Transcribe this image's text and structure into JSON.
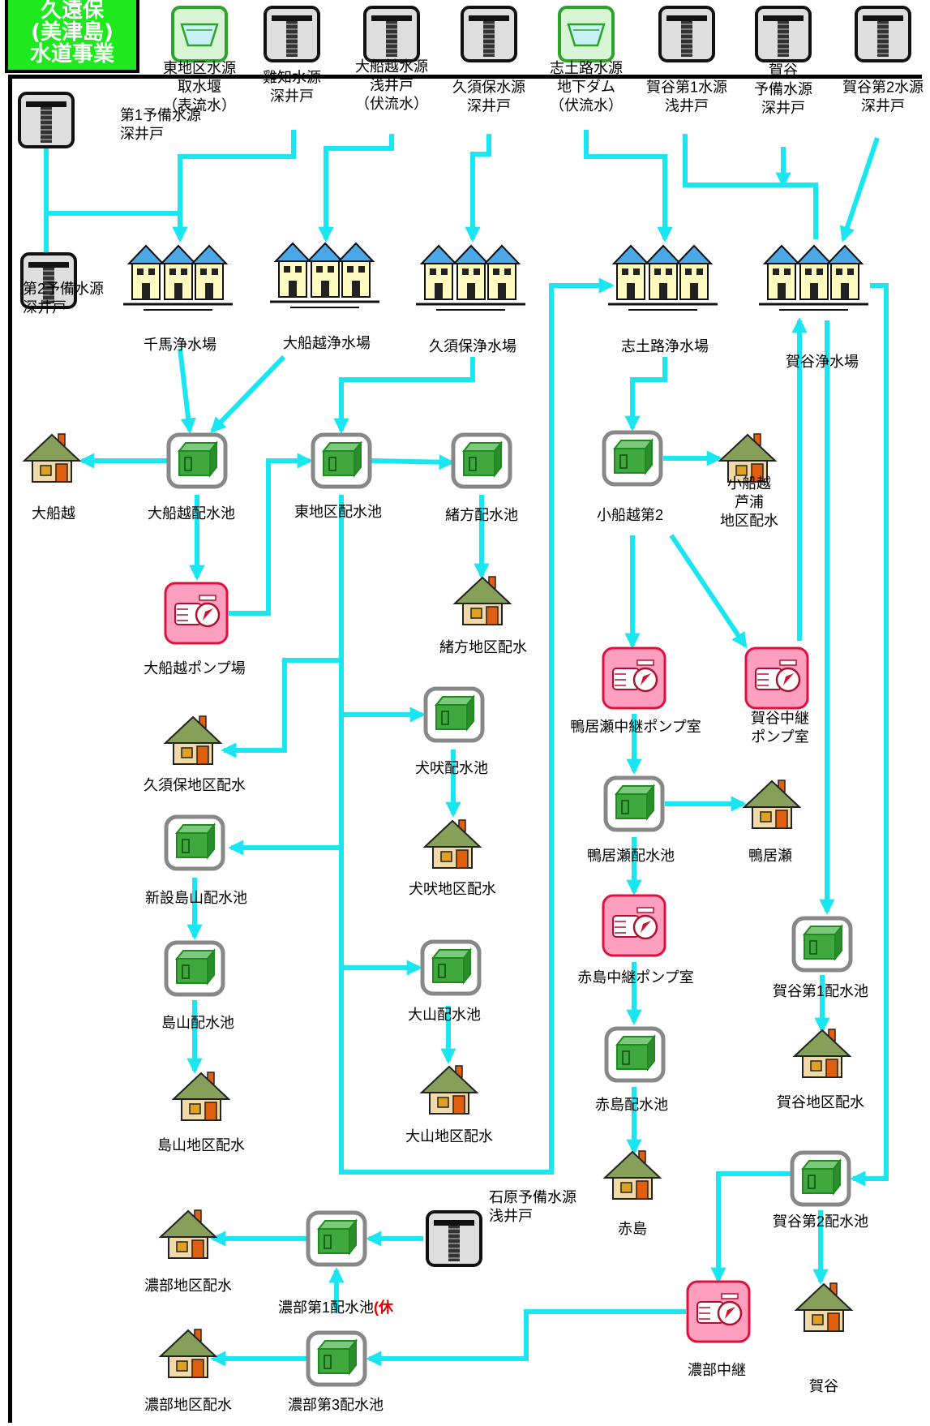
{
  "header": {
    "lines": [
      "久遠保",
      "(美津島)",
      "水道事業"
    ]
  },
  "colors": {
    "pipe": "#19e6f0",
    "header_bg": "#1ee81e",
    "pump_bg": "#ff9fc0",
    "pump_border": "#e0103c",
    "tank_green": "#1f8a1f",
    "source_green": "#2aa52a"
  },
  "sources": [
    {
      "id": "src-higashi",
      "kind": "intake",
      "label": [
        "東地区水源",
        "取水堰",
        "（表流水）"
      ]
    },
    {
      "id": "src-kiji",
      "kind": "well",
      "label": [
        "雞知水源",
        "深井戸"
      ]
    },
    {
      "id": "src-ofunakoshi",
      "kind": "well",
      "label": [
        "大船越水源",
        "浅井戸",
        "（伏流水）"
      ]
    },
    {
      "id": "src-kusubo",
      "kind": "well",
      "label": [
        "久須保水源",
        "深井戸"
      ]
    },
    {
      "id": "src-shitoro",
      "kind": "intake",
      "label": [
        "志土路水源",
        "地下ダム",
        "（伏流水）"
      ]
    },
    {
      "id": "src-kaya1",
      "kind": "well",
      "label": [
        "賀谷第1水源",
        "浅井戸"
      ]
    },
    {
      "id": "src-kaya-yobi",
      "kind": "well",
      "label": [
        "賀谷",
        "予備水源",
        "深井戸"
      ]
    },
    {
      "id": "src-kaya2",
      "kind": "well",
      "label": [
        "賀谷第2水源",
        "深井戸"
      ]
    },
    {
      "id": "src-yobi1",
      "kind": "well",
      "label": [
        "第1予備水源",
        "深井戸"
      ]
    },
    {
      "id": "src-yobi2",
      "kind": "well",
      "label": [
        "第2予備水源",
        "深井戸"
      ]
    },
    {
      "id": "src-ishihara",
      "kind": "well",
      "label": [
        "石原予備水源",
        "浅井戸"
      ]
    }
  ],
  "plants": [
    {
      "id": "plant-chiuma",
      "label": "千馬浄水場"
    },
    {
      "id": "plant-ofunakoshi",
      "label": "大船越浄水場"
    },
    {
      "id": "plant-kusubo",
      "label": "久須保浄水場"
    },
    {
      "id": "plant-shitoro",
      "label": "志土路浄水場"
    },
    {
      "id": "plant-kaya",
      "label": "賀谷浄水場"
    }
  ],
  "reservoirs": [
    {
      "id": "res-ofunakoshi",
      "label": "大船越配水池"
    },
    {
      "id": "res-higashi",
      "label": "東地区配水池"
    },
    {
      "id": "res-ogata",
      "label": "緒方配水池"
    },
    {
      "id": "res-kofunakoshi2",
      "label": "小船越第2"
    },
    {
      "id": "res-inubuki",
      "label": "犬吠配水池"
    },
    {
      "id": "res-shinsetsu",
      "label": "新設島山配水池"
    },
    {
      "id": "res-shimayama",
      "label": "島山配水池"
    },
    {
      "id": "res-oyama",
      "label": "大山配水池"
    },
    {
      "id": "res-kamoise",
      "label": "鴨居瀬配水池"
    },
    {
      "id": "res-akashima",
      "label": "赤島配水池"
    },
    {
      "id": "res-kaya1",
      "label": "賀谷第1配水池"
    },
    {
      "id": "res-kaya2",
      "label": "賀谷第2配水池"
    },
    {
      "id": "res-nobu1",
      "label": "濃部第1配水池",
      "suffix": "(休"
    },
    {
      "id": "res-nobu3",
      "label": "濃部第3配水池"
    }
  ],
  "pumps": [
    {
      "id": "pump-ofunakoshi",
      "label": [
        "大船越ポンプ場"
      ]
    },
    {
      "id": "pump-kamoise",
      "label": [
        "鴨居瀬中継ポンプ室"
      ]
    },
    {
      "id": "pump-kaya",
      "label": [
        "賀谷中継",
        "ポンプ室"
      ]
    },
    {
      "id": "pump-akashima",
      "label": [
        "赤島中継ポンプ室"
      ]
    },
    {
      "id": "pump-nobu",
      "label": [
        "濃部中継"
      ]
    }
  ],
  "districts": [
    {
      "id": "dist-ofunakoshi",
      "label": [
        "大船越"
      ]
    },
    {
      "id": "dist-ogata",
      "label": [
        "緒方地区配水"
      ]
    },
    {
      "id": "dist-kofunakoshi",
      "label": [
        "小船越",
        "芦浦",
        "地区配水"
      ]
    },
    {
      "id": "dist-kusubo",
      "label": [
        "久須保地区配水"
      ]
    },
    {
      "id": "dist-inubuki",
      "label": [
        "犬吠地区配水"
      ]
    },
    {
      "id": "dist-kamoise",
      "label": [
        "鴨居瀬"
      ]
    },
    {
      "id": "dist-shimayama",
      "label": [
        "島山地区配水"
      ]
    },
    {
      "id": "dist-oyama",
      "label": [
        "大山地区配水"
      ]
    },
    {
      "id": "dist-kaya-area",
      "label": [
        "賀谷地区配水"
      ]
    },
    {
      "id": "dist-akashima",
      "label": [
        "赤島"
      ]
    },
    {
      "id": "dist-nobu1",
      "label": [
        "濃部地区配水"
      ]
    },
    {
      "id": "dist-nobu3",
      "label": [
        "濃部地区配水"
      ]
    },
    {
      "id": "dist-kaya",
      "label": [
        "賀谷"
      ]
    }
  ]
}
